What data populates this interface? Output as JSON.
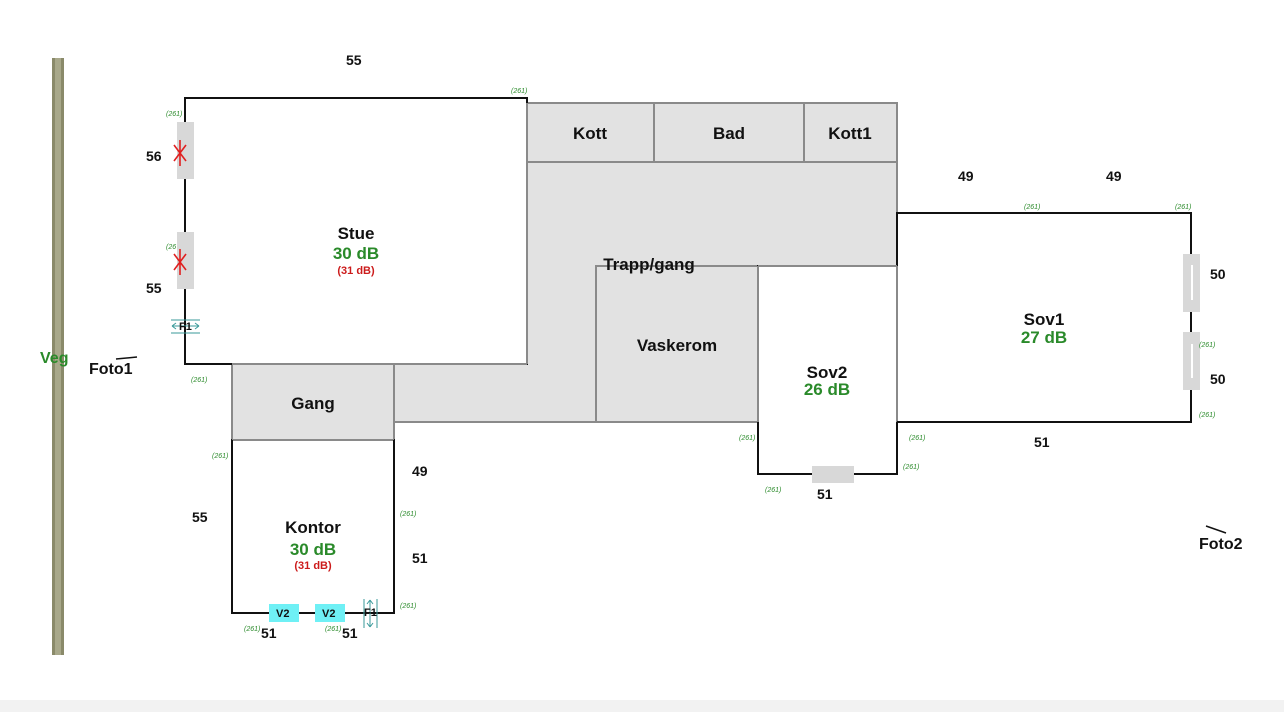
{
  "road": {
    "label": "Veg"
  },
  "photos": [
    {
      "label": "Foto1"
    },
    {
      "label": "Foto2"
    }
  ],
  "rooms": {
    "stue": {
      "name": "Stue",
      "db": "30 dB",
      "db_alt": "(31 dB)"
    },
    "kott": {
      "name": "Kott"
    },
    "bad": {
      "name": "Bad"
    },
    "kott1": {
      "name": "Kott1"
    },
    "trapp": {
      "name": "Trapp/gang"
    },
    "vaskerom": {
      "name": "Vaskerom"
    },
    "sov2": {
      "name": "Sov2",
      "db": "26 dB"
    },
    "sov1": {
      "name": "Sov1",
      "db": "27 dB"
    },
    "gang": {
      "name": "Gang"
    },
    "kontor": {
      "name": "Kontor",
      "db": "30 dB",
      "db_alt": "(31 dB)"
    }
  },
  "levels": {
    "stue_top": "55",
    "stue_left_upper": "56",
    "stue_left_lower": "55",
    "sov1_top_a": "49",
    "sov1_top_b": "49",
    "sov1_right_a": "50",
    "sov1_right_b": "50",
    "sov1_bottom": "51",
    "sov2_bottom": "51",
    "kontor_left": "55",
    "kontor_right_upper": "49",
    "kontor_right_lower": "51",
    "kontor_bottom_a": "51",
    "kontor_bottom_b": "51"
  },
  "small_label": "(261)",
  "small_label_cut": "(26",
  "windows": {
    "f1": "F1",
    "v2": "V2"
  },
  "colors": {
    "wall": "#111111",
    "room_fill": "#e2e2e2",
    "room_stroke": "#8a8a8a",
    "green": "#2a8a2a",
    "red": "#cc1b1b",
    "cyan": "#6ff0f5",
    "road": "#8a8a6a"
  }
}
